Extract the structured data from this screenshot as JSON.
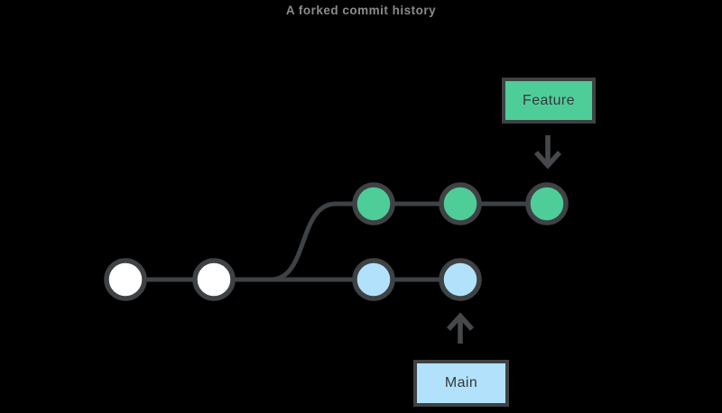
{
  "title": "A forked commit history",
  "labels": {
    "feature": "Feature",
    "main": "Main"
  },
  "colors": {
    "background": "#000000",
    "title_text": "#8b8b8b",
    "line_stroke": "#3f4245",
    "arrow_stroke": "#46484b",
    "label_text": "#35383b",
    "base_commit_fill": "#ffffff",
    "feature_commit_fill": "#4fcd99",
    "main_commit_fill": "#b2e2fb"
  },
  "graph": {
    "branches": [
      {
        "name": "base",
        "label": "",
        "commit_fill": "#ffffff",
        "commit_count": 2
      },
      {
        "name": "main",
        "label": "Main",
        "commit_fill": "#b2e2fb",
        "commit_count": 2
      },
      {
        "name": "feature",
        "label": "Feature",
        "commit_fill": "#4fcd99",
        "commit_count": 3
      }
    ],
    "fork_from": "base",
    "description": "Two base commits fork into a feature branch (top, 3 commits) and main branch (bottom, 2 commits)"
  }
}
